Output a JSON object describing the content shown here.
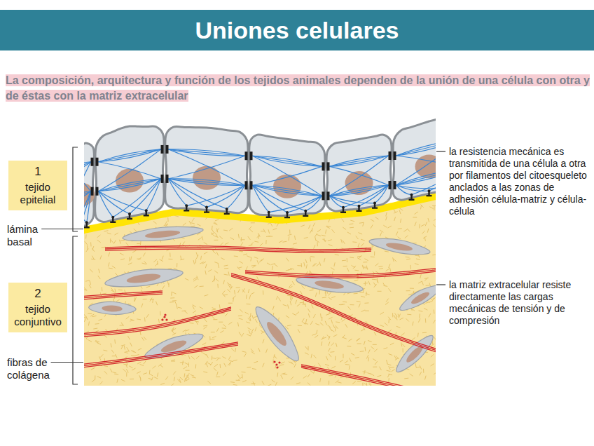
{
  "diagram": {
    "title": "Uniones celulares",
    "nodes": [
      {
        "text": [
          "1",
          "tejido epitelial"
        ]
      },
      {
        "text": [
          "2",
          "tejido conjuntivo"
        ]
      }
    ],
    "labels": [
      "La composición, arquitectura y función de los tejidos animales dependen de la unión de una célula con otra y de éstas con la matriz extracelular",
      "lámina basal",
      "fibras de colágena",
      "la resistencia mecánica es transmitida de una célula a otra por filamentos del citoesqueleto anclados a las zonas de adhesión célula-matriz y célula-célula",
      "la matriz extracelular resiste directamente las cargas mecánicas de tensión y de compresión"
    ]
  }
}
